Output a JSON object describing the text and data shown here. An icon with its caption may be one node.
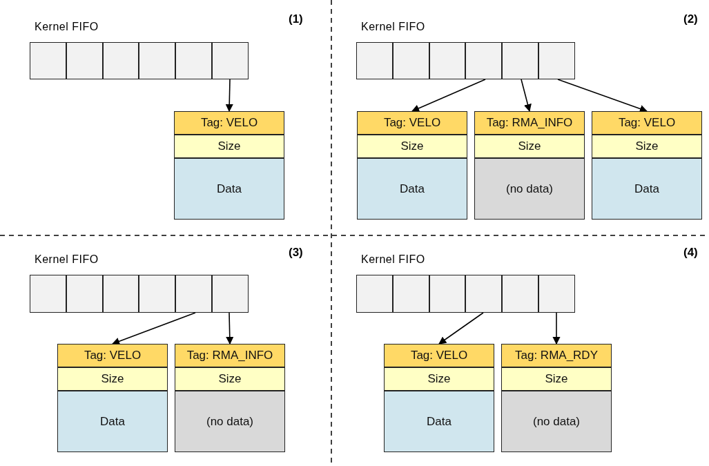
{
  "diagram": {
    "nodes": [
      {
        "text": [
          "Kernel FIFO"
        ]
      },
      {
        "text": [],
        "shape": "box",
        "in": 0
      },
      {
        "text": [],
        "shape": "box",
        "in": 0
      },
      {
        "text": [],
        "shape": "box",
        "in": 0
      },
      {
        "text": [],
        "shape": "box",
        "in": 0
      },
      {
        "text": [],
        "shape": "box",
        "in": 0
      },
      {
        "text": [],
        "shape": "box",
        "in": 0
      },
      {
        "text": [
          "Tag: VELO"
        ]
      },
      {
        "text": [
          "Size"
        ]
      },
      {
        "text": [
          "Data"
        ]
      },
      {
        "text": [
          "Kernel FIFO"
        ]
      },
      {
        "text": [],
        "shape": "box",
        "in": 10
      },
      {
        "text": [],
        "shape": "box",
        "in": 10
      },
      {
        "text": [],
        "shape": "box",
        "in": 10
      },
      {
        "text": [],
        "shape": "box",
        "in": 10
      },
      {
        "text": [],
        "shape": "box",
        "in": 10
      },
      {
        "text": [],
        "shape": "box",
        "in": 10
      },
      {
        "text": [
          "Tag: VELO"
        ]
      },
      {
        "text": [
          "Size"
        ]
      },
      {
        "text": [
          "Data"
        ]
      },
      {
        "text": [
          "Tag: RMA_INFO"
        ]
      },
      {
        "text": [
          "Size"
        ]
      },
      {
        "text": [
          "(no data)"
        ]
      },
      {
        "text": [
          "Tag: VELO"
        ]
      },
      {
        "text": [
          "Size"
        ]
      },
      {
        "text": [
          "Data"
        ]
      },
      {
        "text": [
          "Kernel FIFO"
        ]
      },
      {
        "text": [],
        "shape": "box",
        "in": 26
      },
      {
        "text": [],
        "shape": "box",
        "in": 26
      },
      {
        "text": [],
        "shape": "box",
        "in": 26
      },
      {
        "text": [],
        "shape": "box",
        "in": 26
      },
      {
        "text": [],
        "shape": "box",
        "in": 26
      },
      {
        "text": [],
        "shape": "box",
        "in": 26
      },
      {
        "text": [
          "Tag: VELO"
        ]
      },
      {
        "text": [
          "Size"
        ]
      },
      {
        "text": [
          "Data"
        ]
      },
      {
        "text": [
          "Tag: RMA_INFO"
        ]
      },
      {
        "text": [
          "Size"
        ]
      },
      {
        "text": [
          "(no data)"
        ]
      },
      {
        "text": [
          "Kernel FIFO"
        ]
      },
      {
        "text": [],
        "shape": "box",
        "in": 39
      },
      {
        "text": [],
        "shape": "box",
        "in": 39
      },
      {
        "text": [],
        "shape": "box",
        "in": 39
      },
      {
        "text": [],
        "shape": "box",
        "in": 39
      },
      {
        "text": [],
        "shape": "box",
        "in": 39
      },
      {
        "text": [],
        "shape": "box",
        "in": 39
      },
      {
        "text": [
          "Tag: VELO"
        ]
      },
      {
        "text": [
          "Size"
        ]
      },
      {
        "text": [
          "Data"
        ]
      },
      {
        "text": [
          "Tag: RMA_RDY"
        ]
      },
      {
        "text": [
          "Size"
        ]
      },
      {
        "text": [
          "(no data)"
        ]
      }
    ],
    "edges": [
      {
        "from": 6,
        "to": 7,
        "arrow": "to"
      },
      {
        "from": 14,
        "to": 17,
        "arrow": "to"
      },
      {
        "from": 15,
        "to": 20,
        "arrow": "to"
      },
      {
        "from": 16,
        "to": 23,
        "arrow": "to"
      },
      {
        "from": 31,
        "to": 33,
        "arrow": "to"
      },
      {
        "from": 32,
        "to": 36,
        "arrow": "to"
      },
      {
        "from": 43,
        "to": 46,
        "arrow": "to"
      },
      {
        "from": 45,
        "to": 49,
        "arrow": "to"
      }
    ],
    "labels": [
      "(1)",
      "(2)",
      "(3)",
      "(4)"
    ]
  }
}
